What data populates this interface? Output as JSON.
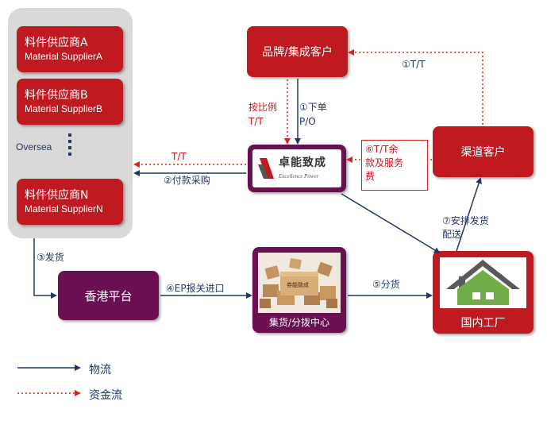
{
  "suppliers": [
    {
      "cn": "料件供应商A",
      "en": "Material SupplierA"
    },
    {
      "cn": "料件供应商B",
      "en": "Material SupplierB"
    },
    {
      "cn": "料件供应商N",
      "en": "Material SupplierN"
    }
  ],
  "oversea": "Oversea",
  "nodes": {
    "brand": "品牌/集成客户",
    "channel": "渠道客户",
    "hk": "香港平台",
    "hub": "集货/分拨中心",
    "factory": "国内工厂",
    "logo_cn": "卓能致成",
    "logo_en": "Excellence Power",
    "hub_sign": "券能致成"
  },
  "edges": {
    "tt_top": "①T/T",
    "po_1": "①下单",
    "po_2": "P/O",
    "ratio_1": "按比例",
    "ratio_2": "T/T",
    "balance_1": "⑥T/T余",
    "balance_2": "款及服务",
    "balance_3": "费",
    "tt_left": "T/T",
    "pay": "②付款采购",
    "ship": "③发货",
    "ep": "④EP报关进口",
    "dist": "⑤分货",
    "arrange_1": "⑦安排发货",
    "arrange_2": "配送"
  },
  "legend": {
    "logistics": "物流",
    "capital": "资金流"
  },
  "colors": {
    "red": "#c0191f",
    "purple": "#6b0f53",
    "navy": "#1f3864",
    "dashed_red": "#e0201a",
    "panel": "#d9d9d9",
    "house_green": "#70ad47"
  }
}
